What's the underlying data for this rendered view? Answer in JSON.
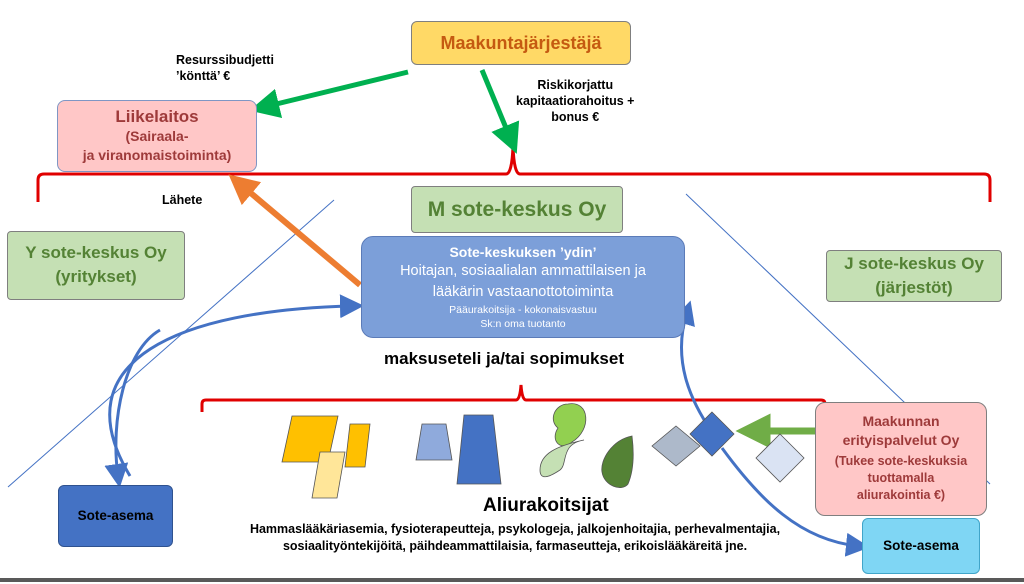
{
  "top": {
    "title": "Maakuntajärjestäjä"
  },
  "liikelaitos": {
    "title": "Liikelaitos",
    "line1": "(Sairaala-",
    "line2": "ja viranomaistoiminta)"
  },
  "labels": {
    "resurssi1": "Resurssibudjetti",
    "resurssi2": "’könttä’ €",
    "riski1": "Riskikorjattu",
    "riski2": "kapitaatiorahoitus +",
    "riski3": "bonus €",
    "lahete": "Lähete",
    "maksuseteli": "maksuseteli ja/tai sopimukset",
    "aliurakoitsijat": "Aliurakoitsijat",
    "list1": "Hammaslääkäriasemia,  fysioterapeutteja, psykologeja, jalkojenhoitajia, perhevalmentajia,",
    "list2": "sosiaalityöntekijöitä,  päihdeammattilaisia, farmaseutteja,  erikoislääkäreitä  jne."
  },
  "m_sote": {
    "title": "M sote-keskus Oy"
  },
  "y_sote": {
    "line1": "Y sote-keskus Oy",
    "line2": "(yritykset)"
  },
  "j_sote": {
    "line1": "J sote-keskus Oy",
    "line2": "(järjestöt)"
  },
  "core": {
    "title": "Sote-keskuksen ’ydin’",
    "line1": "Hoitajan, sosiaalialan ammattilaisen ja",
    "line2": "lääkärin vastaanottotoiminta",
    "small1": "Pääurakoitsija - kokonaisvastuu",
    "small2": "Sk:n oma tuotanto"
  },
  "maakunnan": {
    "line1": "Maakunnan",
    "line2": "erityispalvelut Oy",
    "line3": "(Tukee sote-keskuksia",
    "line4": "tuottamalla",
    "line5": "aliurakointia €)"
  },
  "sote_asema_left": {
    "label": "Sote-asema"
  },
  "sote_asema_right": {
    "label": "Sote-asema"
  },
  "colors": {
    "yellow": "#ffd966",
    "pink": "#ffc7c7",
    "green_box": "#c5e0b4",
    "blue_core": "#7c9fd9",
    "blue_dark": "#4472c4",
    "cyan": "#7fd6f4",
    "arrow_green": "#00b050",
    "arrow_orange": "#ed7d31",
    "bracket_red": "#e00000"
  }
}
